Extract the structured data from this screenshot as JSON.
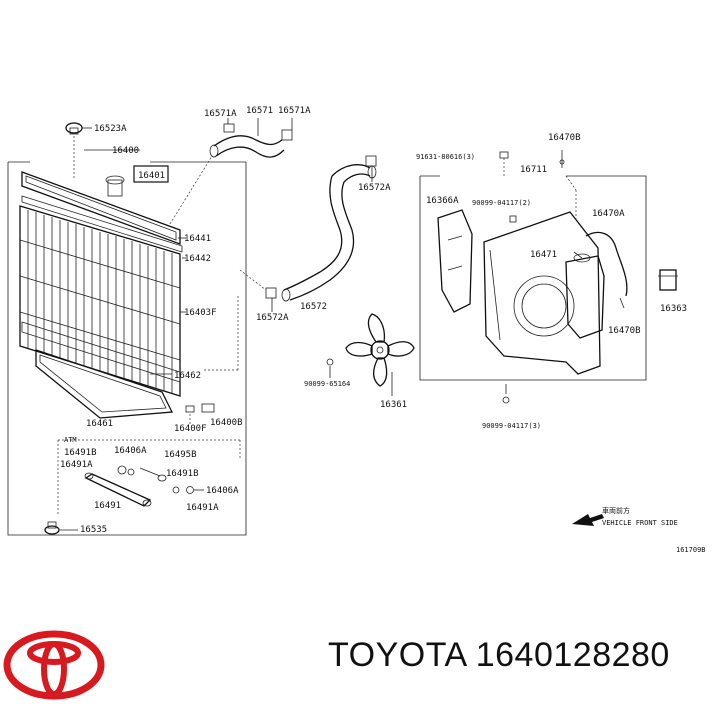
{
  "labels": {
    "p16523A": "16523A",
    "p16400": "16400",
    "p16401": "16401",
    "p16571A_l": "16571A",
    "p16571": "16571",
    "p16571A_r": "16571A",
    "p16441": "16441",
    "p16442": "16442",
    "p16403F": "16403F",
    "p16462": "16462",
    "p16461": "16461",
    "p16400F": "16400F",
    "p16400B": "16400B",
    "atm": "ATM",
    "p16491B": "16491B",
    "p16406A_t": "16406A",
    "p16491A_t": "16491A",
    "p16495B": "16495B",
    "p16491": "16491",
    "p16491B_2": "16491B",
    "p16406A_b": "16406A",
    "p16491A_b": "16491A",
    "p16535": "16535",
    "p16572A_t": "16572A",
    "p16572A_b": "16572A",
    "p16572": "16572",
    "p91631": "91631-80616(3)",
    "p16470B_t": "16470B",
    "p16711": "16711",
    "p16366A": "16366A",
    "p90099_2": "90099-04117(2)",
    "p16470A": "16470A",
    "p16471": "16471",
    "p16363": "16363",
    "p16470B_b": "16470B",
    "p90099_65164": "90099-65164",
    "p16361": "16361",
    "p90099_3": "90099-04117(3)",
    "front_jp": "車両前方",
    "front_en": "VEHICLE FRONT SIDE",
    "fig_code": "161709B"
  },
  "footer": {
    "brand": "TOYOTA",
    "part_number": "1640128280",
    "logo_color": "#d71920"
  }
}
